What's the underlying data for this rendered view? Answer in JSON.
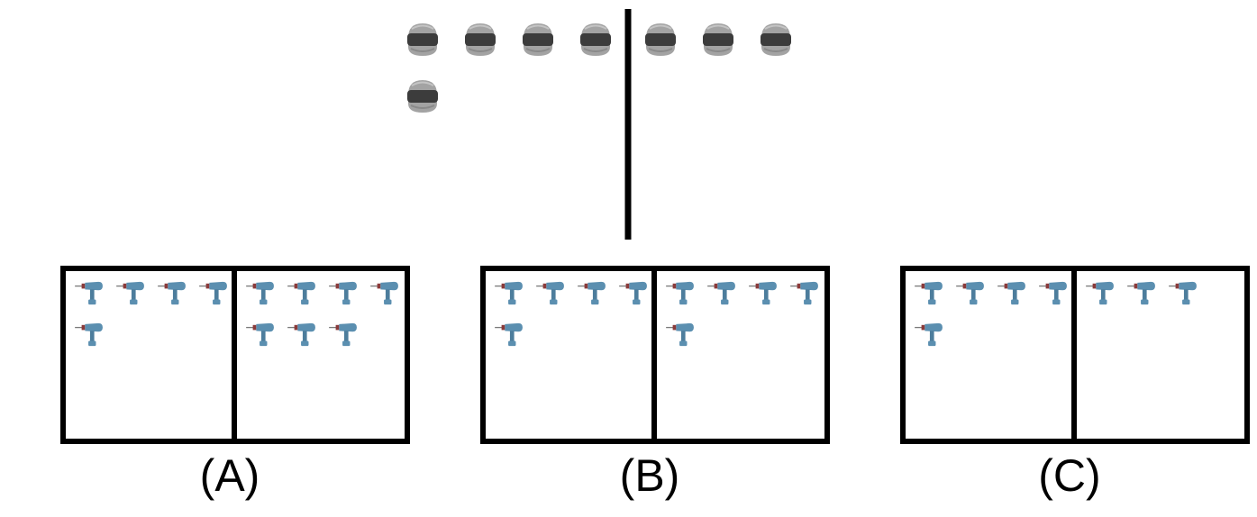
{
  "top_panel": {
    "left_group": {
      "item": "helmet",
      "count": 5
    },
    "right_group": {
      "item": "helmet",
      "count": 3
    }
  },
  "options": [
    {
      "label": "(A)",
      "left_box": {
        "item": "drill",
        "count": 5
      },
      "right_box": {
        "item": "drill",
        "count": 7
      }
    },
    {
      "label": "(B)",
      "left_box": {
        "item": "drill",
        "count": 5
      },
      "right_box": {
        "item": "drill",
        "count": 5
      }
    },
    {
      "label": "(C)",
      "left_box": {
        "item": "drill",
        "count": 5
      },
      "right_box": {
        "item": "drill",
        "count": 3
      }
    }
  ],
  "colors": {
    "frame": "#000000",
    "helmet_shell": "#9a9a9a",
    "helmet_band": "#3c3c3c",
    "drill_body": "#5b8fb0"
  },
  "icons": {
    "top_item": "helmet-icon",
    "option_item": "drill-icon"
  }
}
